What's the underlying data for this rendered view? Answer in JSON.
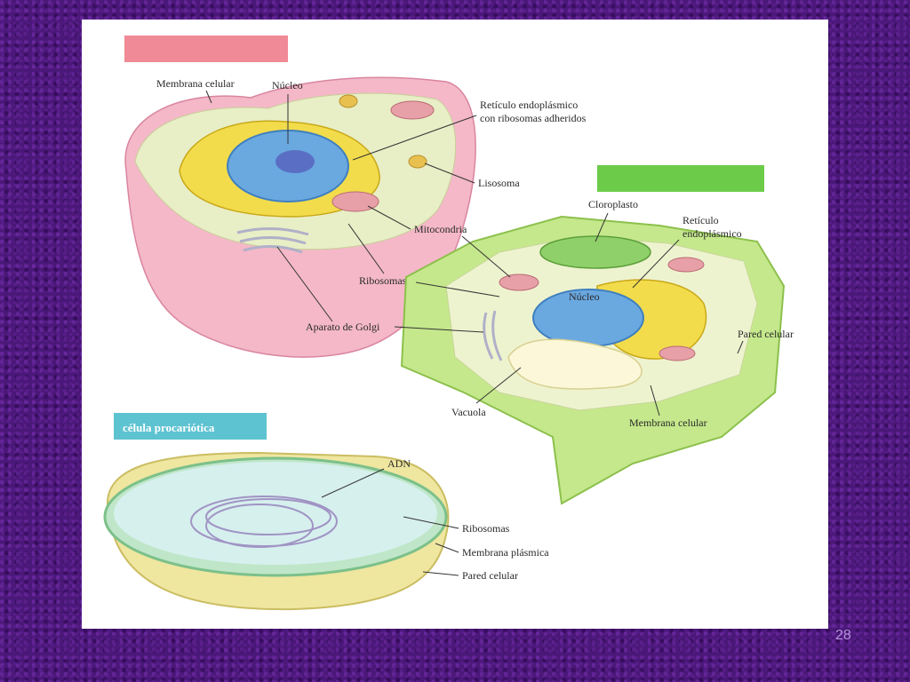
{
  "slide": {
    "number": "28"
  },
  "animal_cell": {
    "header": "",
    "labels": {
      "membrana_celular": "Membrana celular",
      "nucleo": "Núcleo",
      "reticulo_line1": "Retículo endoplásmico",
      "reticulo_line2": "con ribosomas adheridos",
      "lisosoma": "Lisosoma",
      "mitocondria": "Mitocondria",
      "ribosomas": "Ribosomas",
      "aparato_golgi": "Aparato de Golgi"
    }
  },
  "plant_cell": {
    "header": "",
    "labels": {
      "cloroplasto": "Cloroplasto",
      "reticulo_line1": "Retículo",
      "reticulo_line2": "endoplásmico",
      "nucleo": "Núcleo",
      "pared_celular": "Pared celular",
      "vacuola": "Vacuola",
      "membrana_celular": "Membrana celular"
    }
  },
  "prokaryote_cell": {
    "header": "célula procariótica",
    "labels": {
      "adn": "ADN",
      "ribosomas": "Ribosomas",
      "membrana_plasmica": "Membrana plásmica",
      "pared_celular": "Pared celular"
    }
  },
  "colors": {
    "animal_header": "#f08a96",
    "plant_header": "#6ccc4a",
    "prokaryote_header": "#5ec3d0",
    "background": "#4a1878"
  }
}
